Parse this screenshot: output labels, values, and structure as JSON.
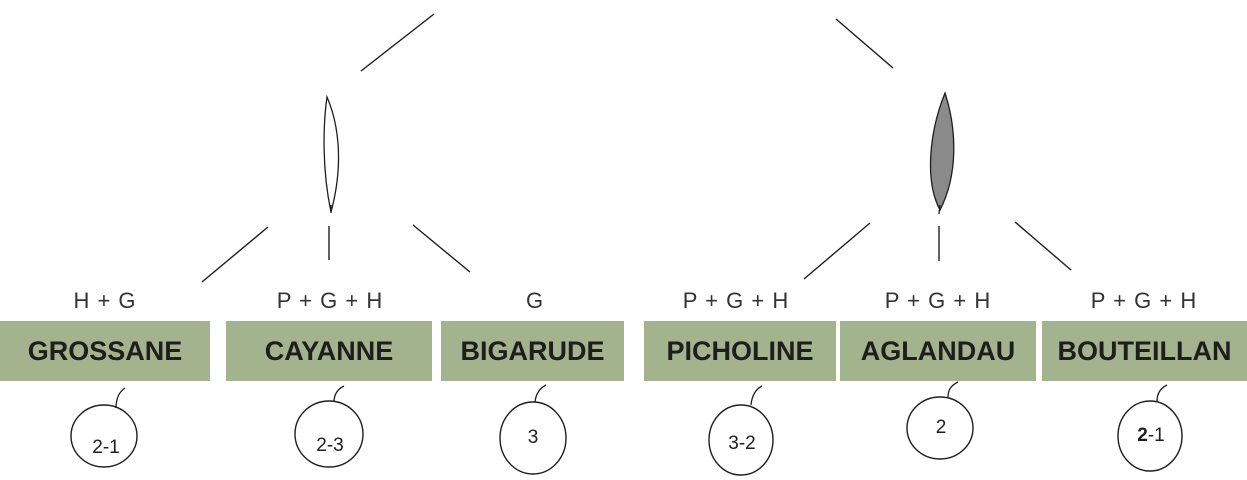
{
  "colors": {
    "box_fill": "#a3b38e",
    "leaf_right_fill": "#8a8a8a",
    "leaf_left_fill": "#ffffff",
    "line": "#1e1e1e"
  },
  "varieties": [
    {
      "name": "GROSSANE",
      "formula": "H + G",
      "fruit_label": "2-1"
    },
    {
      "name": "CAYANNE",
      "formula": "P + G + H",
      "fruit_label": "2-3"
    },
    {
      "name": "BIGARUDE",
      "formula": "G",
      "fruit_label": "3"
    },
    {
      "name": "PICHOLINE",
      "formula": "P + G + H",
      "fruit_label": "3-2"
    },
    {
      "name": "AGLANDAU",
      "formula": "P + G + H",
      "fruit_label": "2"
    },
    {
      "name": "BOUTEILLAN",
      "formula": "P + G + H",
      "fruit_label_bold": "2",
      "fruit_label_rest": "-1"
    }
  ]
}
